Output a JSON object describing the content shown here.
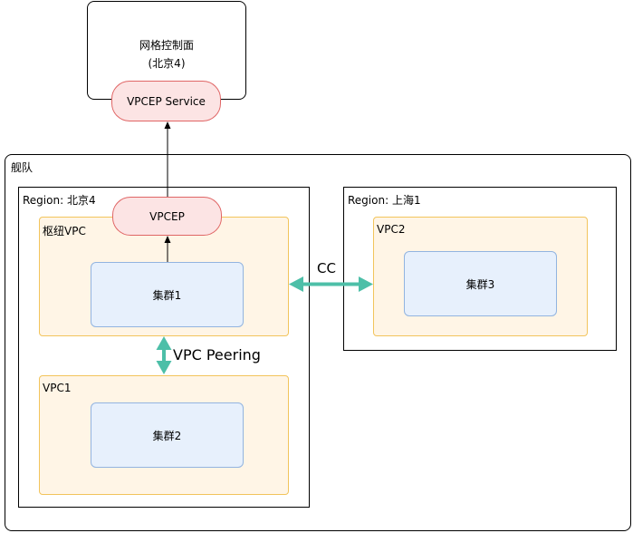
{
  "mesh_control_plane": {
    "title_line1": "网格控制面",
    "title_line2": "(北京4)",
    "service_label": "VPCEP Service"
  },
  "fleet": {
    "label": "舰队",
    "region_beijing": {
      "label": "Region: 北京4",
      "vpcep_label": "VPCEP",
      "hub_vpc": {
        "label": "枢纽VPC",
        "cluster_label": "集群1"
      },
      "vpc1": {
        "label": "VPC1",
        "cluster_label": "集群2"
      }
    },
    "region_shanghai": {
      "label": "Region: 上海1",
      "vpc2": {
        "label": "VPC2",
        "cluster_label": "集群3"
      }
    }
  },
  "connections": {
    "cc_label": "CC",
    "peering_label": "VPC Peering"
  },
  "colors": {
    "pill_border": "#e06666",
    "pill_fill": "#fce4e4",
    "vpc_border": "#f2c45c",
    "vpc_fill": "#fff5e6",
    "cluster_border": "#92b4e0",
    "cluster_fill": "#e7f0fc",
    "double_arrow": "#4dbfa8"
  }
}
